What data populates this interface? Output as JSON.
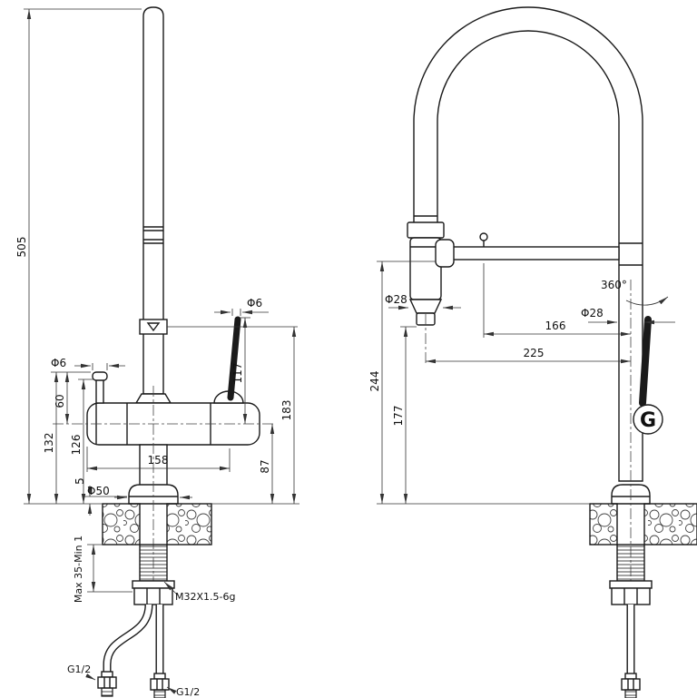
{
  "drawing": {
    "left_view": {
      "overall_height": "505",
      "handle_dia": "Φ6",
      "lever_dia": "Φ6",
      "lever_top_to_center": "117",
      "outlet_to_counter": "183",
      "center_to_counter": "87",
      "handle_to_center": "60",
      "handle_stem_height": "126",
      "handle_cap_height": "132",
      "flange_lip": "5",
      "body_length": "158",
      "base_dia": "Φ50",
      "mounting_range": "Max 35-Min 1",
      "shank_thread": "M32X1.5-6g",
      "supply_thread_left": "G1/2",
      "supply_thread_bottom": "G1/2"
    },
    "right_view": {
      "swivel": "360°",
      "spray_dia": "Φ28",
      "pipe_dia": "Φ28",
      "holder_reach": "166",
      "spout_reach": "225",
      "arm_height": "244",
      "outlet_height": "177",
      "logo": "G"
    }
  }
}
